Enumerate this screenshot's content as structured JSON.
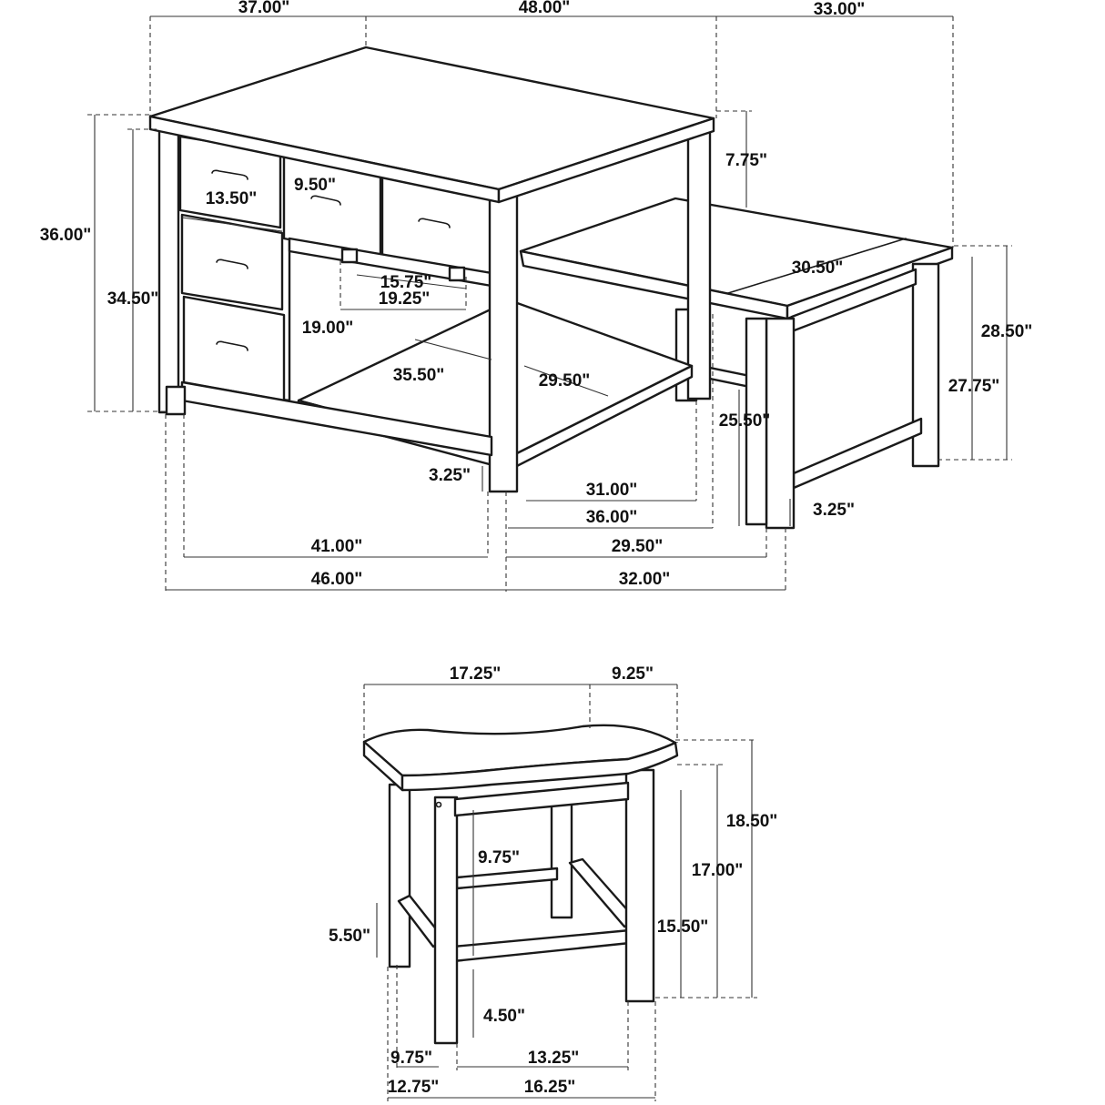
{
  "table_dimensions": {
    "top_depth": "37.00\"",
    "top_width": "48.00\"",
    "extension_depth": "33.00\"",
    "overall_height": "36.00\"",
    "body_height": "34.50\"",
    "top_to_extension": "7.75\"",
    "extension_height": "28.50\"",
    "extension_leg_height": "27.75\"",
    "extension_length": "30.50\"",
    "drawer_height_large": "13.50\"",
    "drawer_height_small": "9.50\"",
    "inner_width_15": "15.75\"",
    "inner_width_19": "19.25\"",
    "shelf_clearance": "19.00\"",
    "shelf_depth": "35.50\"",
    "shelf_width": "29.50\"",
    "under_extension_clearance": "25.50\"",
    "stretcher_height_left": "3.25\"",
    "stretcher_height_right": "3.25\"",
    "extension_inner_31": "31.00\"",
    "extension_inner_36": "36.00\"",
    "base_inner_41": "41.00\"",
    "base_outer_46": "46.00\"",
    "extension_base_29": "29.50\"",
    "extension_base_32": "32.00\""
  },
  "stool_dimensions": {
    "seat_width": "17.25\"",
    "seat_depth": "9.25\"",
    "overall_height": "18.50\"",
    "seat_height": "17.00\"",
    "leg_height": "15.50\"",
    "stretcher_to_seat": "9.75\"",
    "side_stretcher_height": "5.50\"",
    "front_stretcher_height": "4.50\"",
    "base_depth_inner": "9.75\"",
    "base_depth_outer": "12.75\"",
    "base_width_inner": "13.25\"",
    "base_width_outer": "16.25\""
  }
}
